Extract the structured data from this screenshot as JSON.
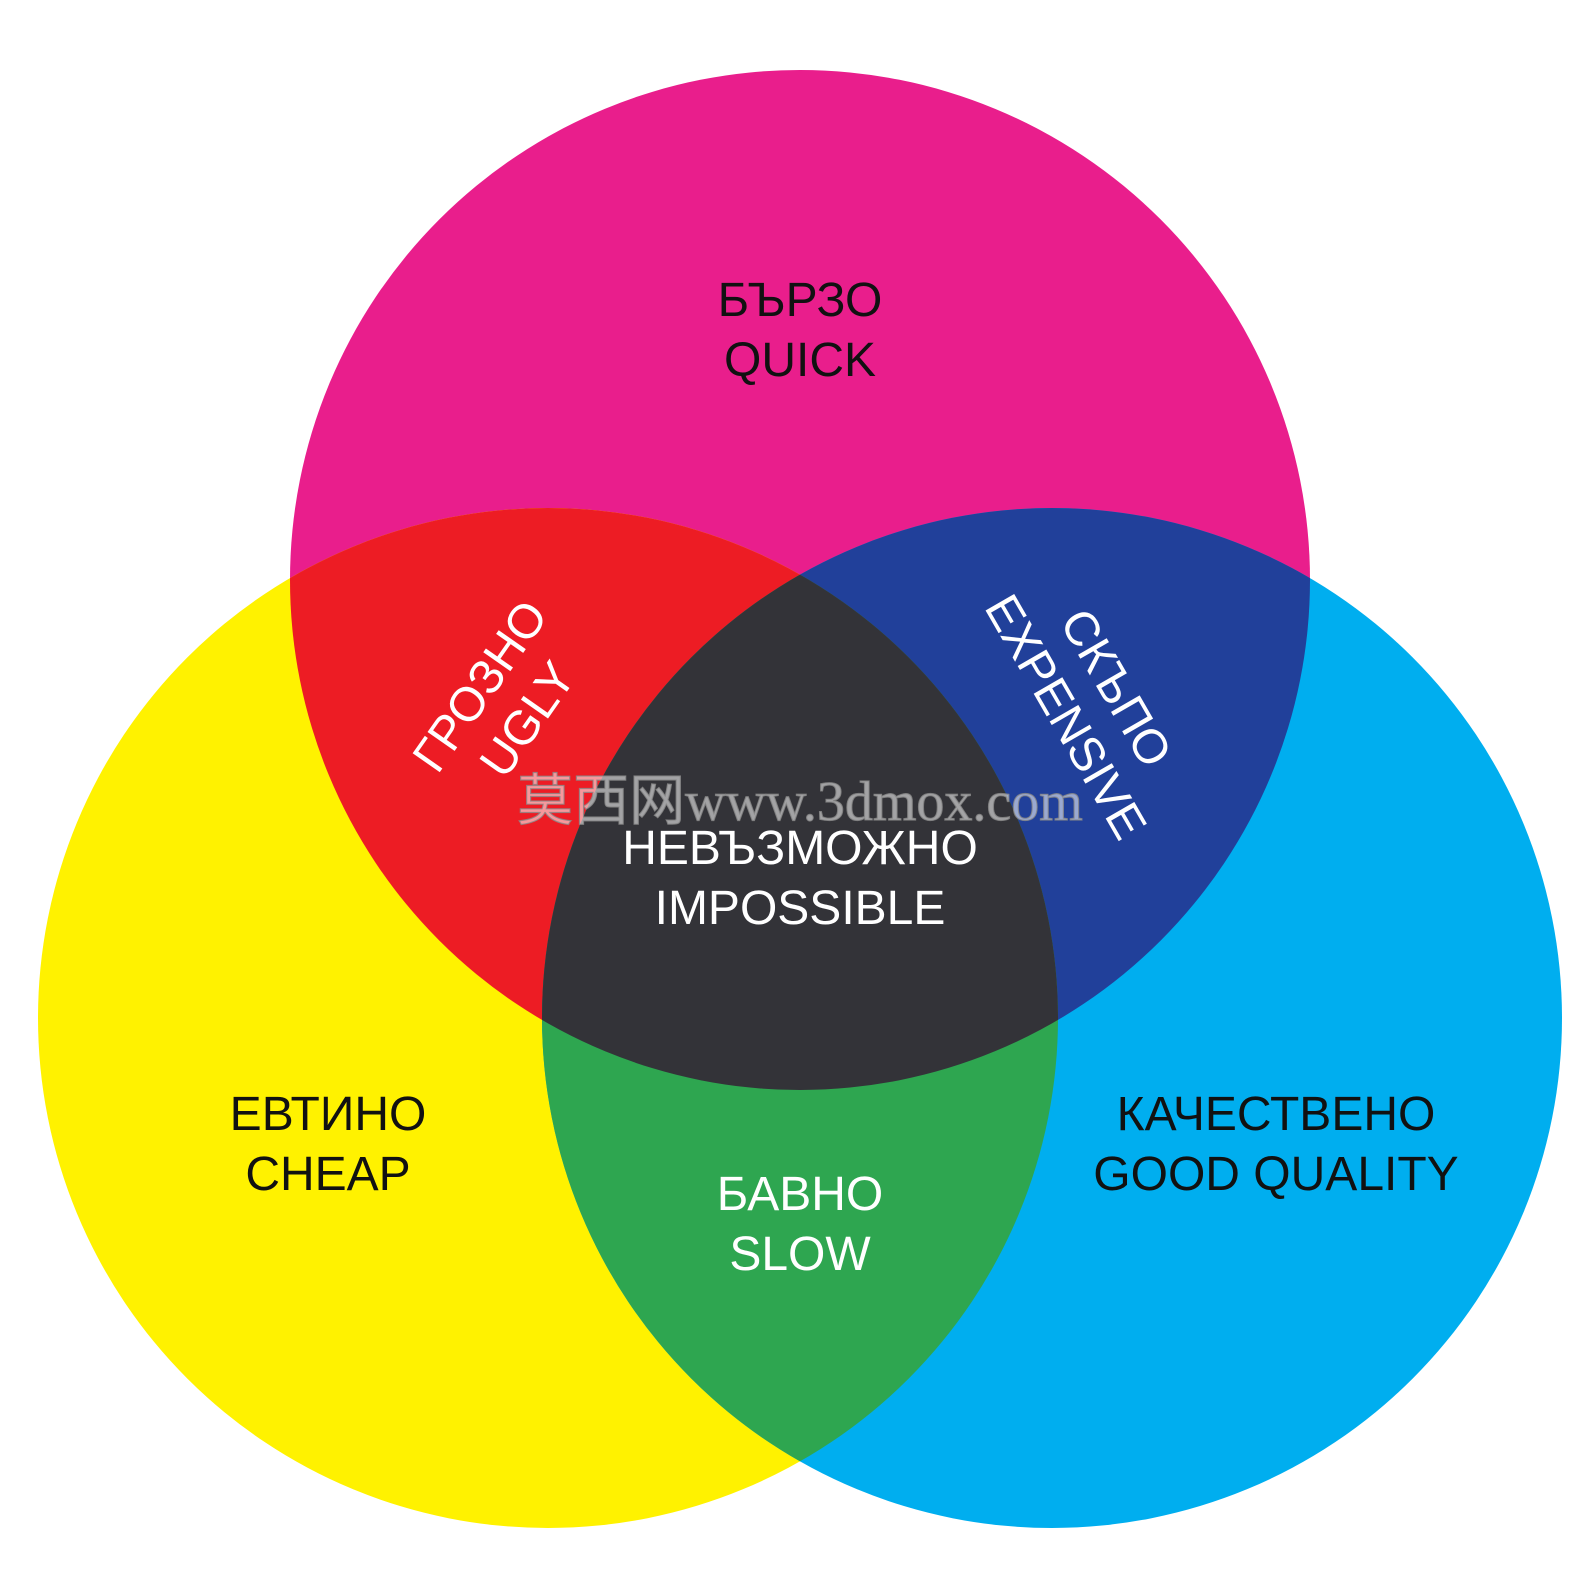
{
  "colors": {
    "top": "#e91e8c",
    "left": "#fff200",
    "right": "#00aeef",
    "top_left": "#ed1c24",
    "top_right": "#21409a",
    "left_right": "#2ea650",
    "center": "#333338"
  },
  "regions": {
    "top": {
      "line1": "БЪРЗО",
      "line2": "QUICK"
    },
    "left": {
      "line1": "ЕВТИНО",
      "line2": "CHEAP"
    },
    "right": {
      "line1": "КАЧЕСТВЕНО",
      "line2": "GOOD QUALITY"
    },
    "top_left": {
      "line1": "ГРОЗНО",
      "line2": "UGLY"
    },
    "top_right": {
      "line1": "СКЪПО",
      "line2": "EXPENSIVE"
    },
    "left_right": {
      "line1": "БАВНО",
      "line2": "SLOW"
    },
    "center": {
      "line1": "НЕВЪЗМОЖНО",
      "line2": "IMPOSSIBLE"
    }
  },
  "watermark": "莫西网www.3dmox.com"
}
